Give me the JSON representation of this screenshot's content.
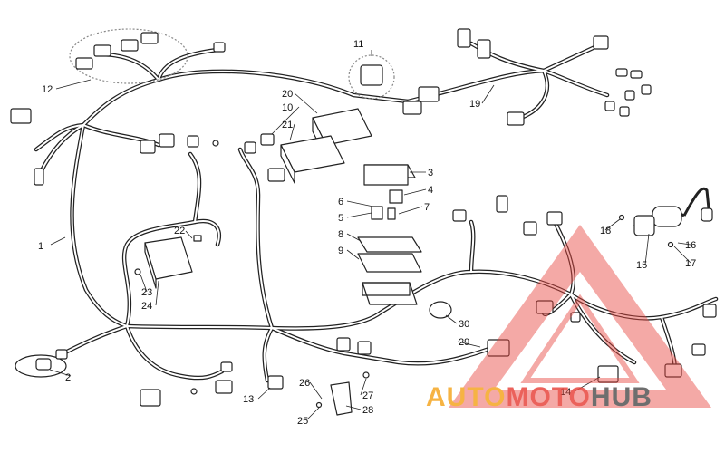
{
  "diagram": {
    "callouts": [
      {
        "id": "c1",
        "text": "1"
      },
      {
        "id": "c2",
        "text": "2"
      },
      {
        "id": "c3",
        "text": "3"
      },
      {
        "id": "c4",
        "text": "4"
      },
      {
        "id": "c5",
        "text": "5"
      },
      {
        "id": "c6",
        "text": "6"
      },
      {
        "id": "c7",
        "text": "7"
      },
      {
        "id": "c8",
        "text": "8"
      },
      {
        "id": "c9",
        "text": "9"
      },
      {
        "id": "c10",
        "text": "10"
      },
      {
        "id": "c11",
        "text": "11"
      },
      {
        "id": "c12",
        "text": "12"
      },
      {
        "id": "c13",
        "text": "13"
      },
      {
        "id": "c14",
        "text": "14"
      },
      {
        "id": "c15",
        "text": "15"
      },
      {
        "id": "c16",
        "text": "16"
      },
      {
        "id": "c17",
        "text": "17"
      },
      {
        "id": "c18",
        "text": "18"
      },
      {
        "id": "c19",
        "text": "19"
      },
      {
        "id": "c20",
        "text": "20"
      },
      {
        "id": "c21",
        "text": "21"
      },
      {
        "id": "c22",
        "text": "22"
      },
      {
        "id": "c23",
        "text": "23"
      },
      {
        "id": "c24",
        "text": "24"
      },
      {
        "id": "c25",
        "text": "25"
      },
      {
        "id": "c26",
        "text": "26"
      },
      {
        "id": "c27",
        "text": "27"
      },
      {
        "id": "c28",
        "text": "28"
      },
      {
        "id": "c29",
        "text": "29"
      },
      {
        "id": "c30",
        "text": "30"
      }
    ]
  },
  "watermark": {
    "word_part1": "AUTO",
    "word_part2": "MOTO",
    "word_part3": "HUB",
    "color_primary": "#e8473f",
    "color_secondary": "#f5a623",
    "color_dark": "#555555"
  },
  "colors": {
    "line": "#222222",
    "background": "#ffffff"
  }
}
